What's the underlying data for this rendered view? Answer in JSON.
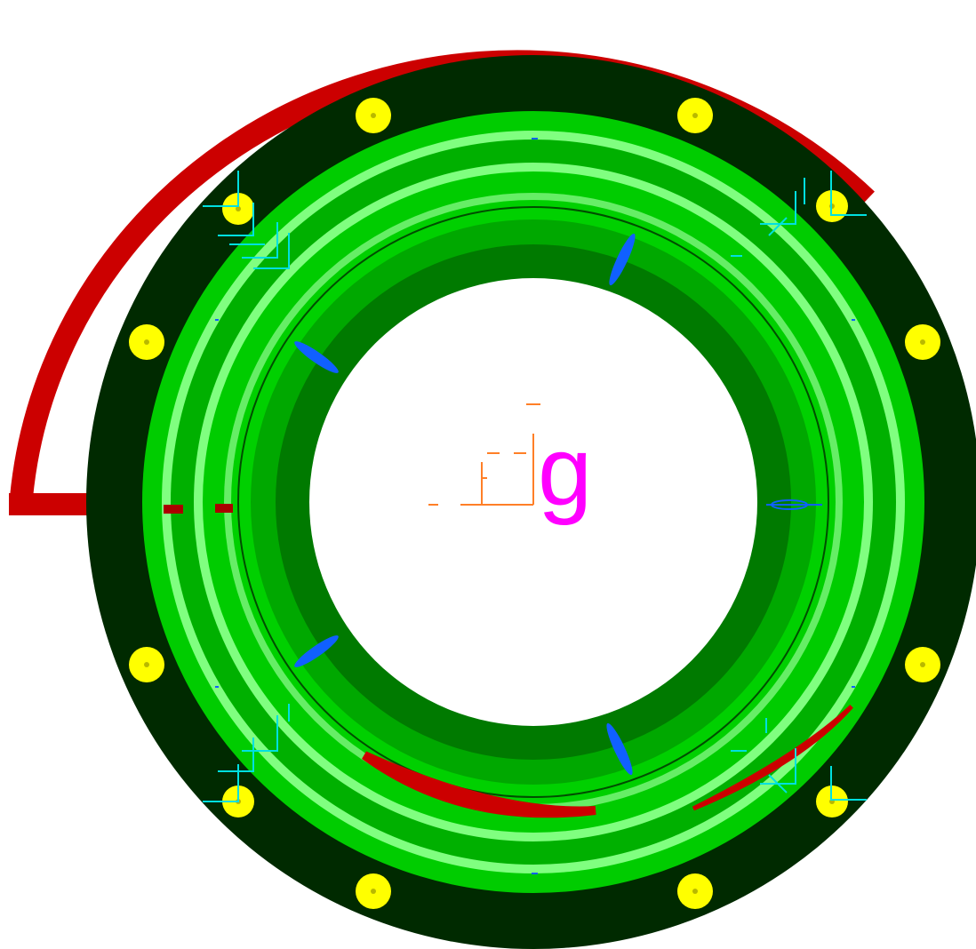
{
  "diagram": {
    "label": "g",
    "colors": {
      "background": "#ffffff",
      "flange": "#002a00",
      "bright_green": "#00cc00",
      "light_green": "#80ff80",
      "mid_green": "#009a00",
      "dark_green": "#006e00",
      "red_pipe": "#cc0000",
      "bolt": "#ffff00",
      "bolt_center": "#b8b800",
      "cyan_marker": "#00e0e0",
      "blue_marker": "#1060ff",
      "orange_marker": "#ff7f27",
      "label_color": "#ff00ff"
    },
    "bolt_count": 12,
    "cyan_marker_count": 4,
    "blue_marker_count": 5
  }
}
